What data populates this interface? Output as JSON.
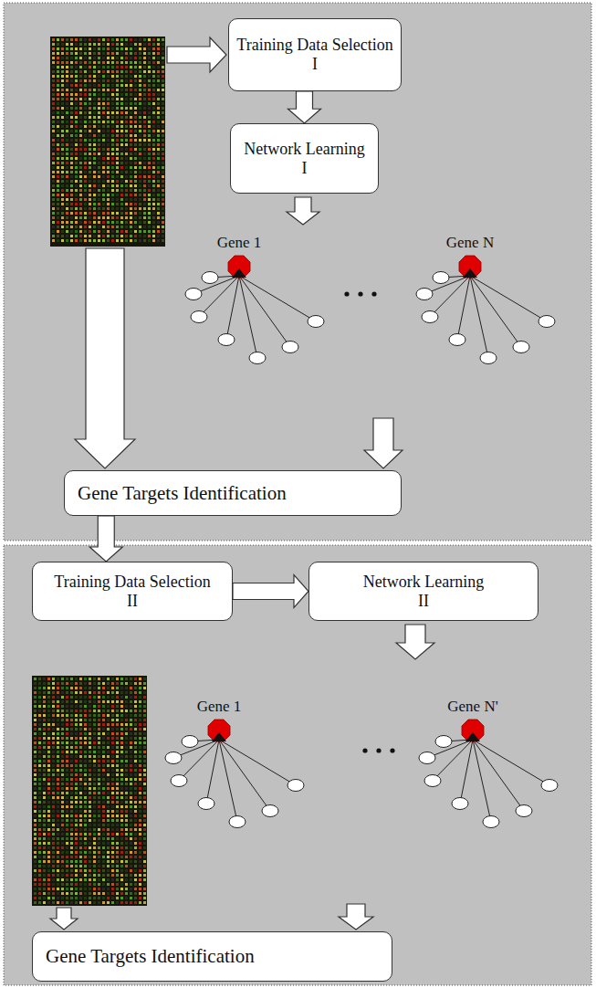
{
  "diagram": {
    "nodes": [
      {
        "text": [
          "Training Data Selection I"
        ]
      },
      {
        "text": [
          "Network Learning I"
        ]
      },
      {
        "text": [
          "Gene 1"
        ]
      },
      {
        "text": [
          "Gene N"
        ]
      },
      {
        "text": [
          "Gene Targets Identification"
        ]
      },
      {
        "text": [
          "Training Data Selection II"
        ]
      },
      {
        "text": [
          "Network Learning II"
        ]
      },
      {
        "text": [
          "Gene 1"
        ]
      },
      {
        "text": [
          "Gene N'"
        ]
      },
      {
        "text": [
          "Gene Targets Identification"
        ]
      }
    ],
    "edges": [
      {
        "from": 0,
        "to": 1,
        "arrow": "to"
      },
      {
        "from": 4,
        "to": 5,
        "arrow": "to"
      },
      {
        "from": 5,
        "to": 6,
        "arrow": "to"
      }
    ]
  }
}
